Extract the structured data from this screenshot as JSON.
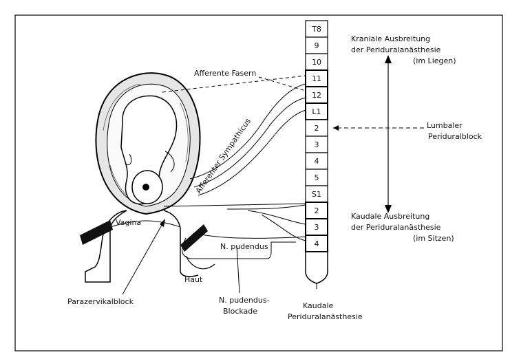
{
  "vertebrae": [
    "T8",
    "9",
    "10",
    "11",
    "12",
    "L1",
    "2",
    "3",
    "4",
    "5",
    "S1",
    "2",
    "3",
    "4"
  ],
  "labels": {
    "afferente_fasern": "Afferente Fasern",
    "afferenter_sympathicus": "Afferenter Sympathicus",
    "kraniale_1": "Kraniale Ausbreitung",
    "kraniale_2": "der Periduralanästhesie",
    "kraniale_3": "(im Liegen)",
    "lumbaler_1": "Lumbaler",
    "lumbaler_2": "Periduralblock",
    "kaudale_ausbr_1": "Kaudale Ausbreitung",
    "kaudale_ausbr_2": "der Periduralanästhesie",
    "kaudale_ausbr_3": "(im Sitzen)",
    "vagina": "Vagina",
    "n_pudendus": "N. pudendus",
    "haut": "Haut",
    "parazervikalblock": "Parazervikalblock",
    "pudendus_block_1": "N. pudendus-",
    "pudendus_block_2": "Blockade",
    "kaudale_pda_1": "Kaudale",
    "kaudale_pda_2": "Periduralanästhesie"
  }
}
